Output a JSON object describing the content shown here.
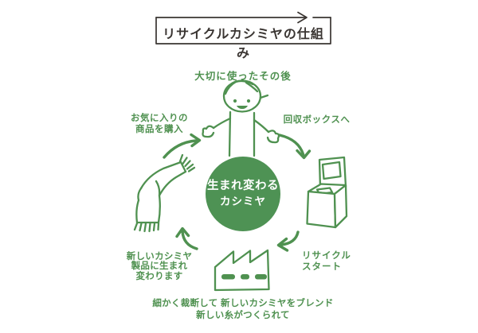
{
  "colors": {
    "green_line": "#4f9150",
    "green_circle_fill": "#4e9254",
    "title_dark": "#3a3532",
    "background": "#ffffff",
    "circle_text": "#ffffff"
  },
  "title": {
    "label": "リサイクルカシミヤの仕組み"
  },
  "center_circle": {
    "line1": "生まれ変わる",
    "line2": "カシミヤ"
  },
  "labels": {
    "after_use": "大切に使ったその後",
    "to_collection_box": "回収ボックスへ",
    "recycle_start": {
      "line1": "リサイクル",
      "line2": "スタート"
    },
    "blend": {
      "line1": "細かく裁断して 新しいカシミヤをブレンド",
      "line2": "新しい糸がつくられて"
    },
    "reborn": {
      "line1": "新しいカシミヤ",
      "line2": "製品に生まれ",
      "line3": "変わります"
    },
    "purchase": {
      "line1": "お気に入りの",
      "line2": "商品を購入"
    }
  },
  "icons": {
    "person": "person-waving-icon",
    "collection_box": "collection-box-icon",
    "factory": "factory-icon",
    "scarf": "scarf-icon",
    "arrows": "cycle-arrow-icon",
    "title_arrow": "right-arrow-icon"
  }
}
